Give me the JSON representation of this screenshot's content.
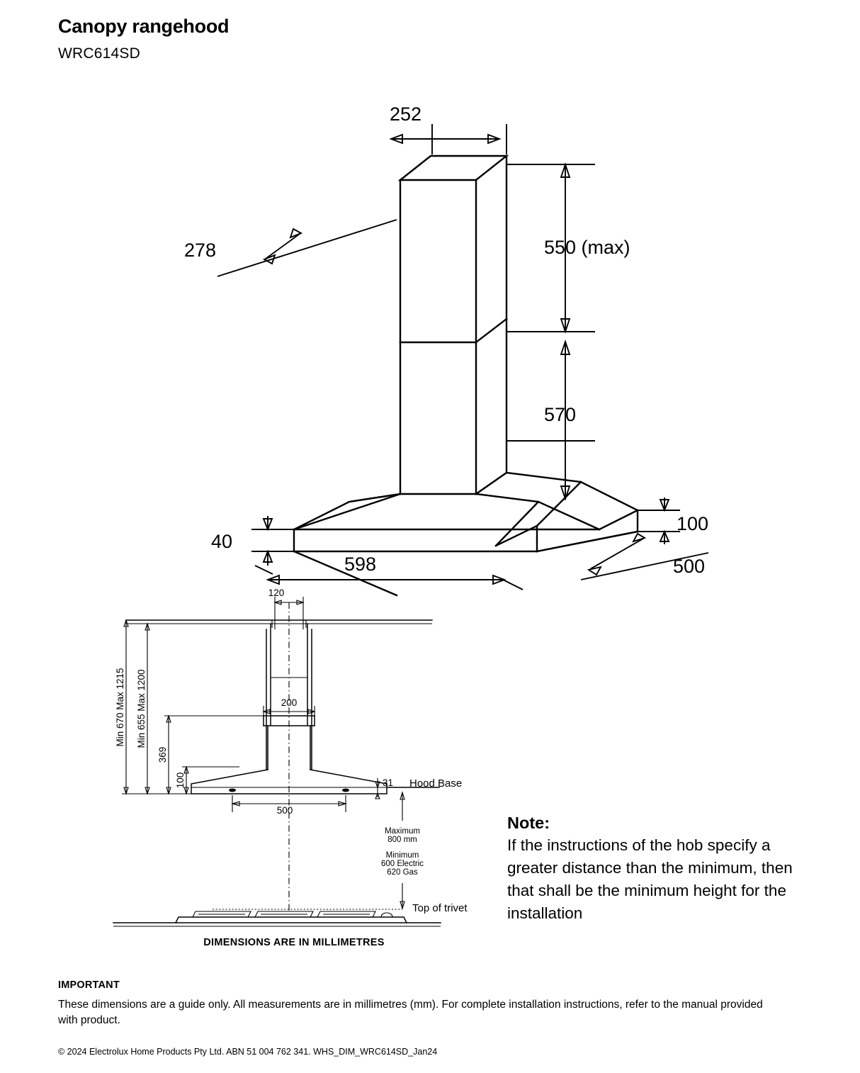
{
  "header": {
    "title": "Canopy rangehood",
    "model": "WRC614SD"
  },
  "iso_drawing": {
    "name": "isometric-dimension-drawing",
    "dimensions": {
      "duct_depth": "278",
      "duct_width": "252",
      "upper_chimney_height": "550 (max)",
      "lower_chimney_height": "570",
      "canopy_edge_thickness": "40",
      "canopy_body_height": "100",
      "canopy_depth": "500",
      "canopy_width": "598"
    }
  },
  "ortho_drawing": {
    "name": "elevation-installation-drawing",
    "dimensions": {
      "duct_width": "120",
      "overall_range": "Min 670 Max 1215",
      "chimney_range": "Min 655 Max 1200",
      "chimney_height": "369",
      "canopy_height": "100",
      "chimney_base_width": "200",
      "canopy_width": "500",
      "canopy_lip": "31"
    },
    "labels": {
      "hood_base": "Hood Base",
      "top_of_trivet": "Top of trivet",
      "maximum_line1": "Maximum",
      "maximum_line2": "800 mm",
      "minimum_line1": "Minimum",
      "minimum_line2": "600 Electric",
      "minimum_line3": "620 Gas"
    },
    "caption": "DIMENSIONS ARE IN MILLIMETRES"
  },
  "note": {
    "heading": "Note:",
    "body": "If the instructions of the hob specify a greater distance than the minimum, then that shall be the minimum height for the installation"
  },
  "footer": {
    "important_heading": "IMPORTANT",
    "important_body": "These dimensions are a guide only. All measurements are in millimetres (mm). For complete installation instructions, refer to the manual provided with product.",
    "copyright": "© 2024 Electrolux Home Products Pty Ltd. ABN 51 004 762 341. WHS_DIM_WRC614SD_Jan24"
  }
}
